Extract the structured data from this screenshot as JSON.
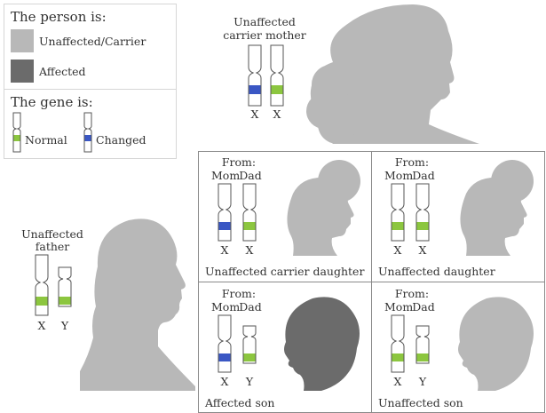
{
  "colors": {
    "unaffected": "#b8b8b8",
    "affected": "#6b6b6b",
    "normal_gene": "#8cc63f",
    "changed_gene": "#3a57c4",
    "chromosome_outline": "#555555"
  },
  "legend": {
    "person_title": "The person is:",
    "unaffected_label": "Unaffected/Carrier",
    "affected_label": "Affected",
    "gene_title": "The gene is:",
    "normal_label": "Normal",
    "changed_label": "Changed"
  },
  "mother": {
    "label_line1": "Unaffected",
    "label_line2": "carrier mother",
    "chrom1": "X",
    "chrom2": "X",
    "icon": "woman-profile-silhouette"
  },
  "father": {
    "label_line1": "Unaffected",
    "label_line2": "father",
    "chrom1": "X",
    "chrom2": "Y",
    "icon": "man-profile-silhouette"
  },
  "children": [
    {
      "from": "From:",
      "mom": "Mom",
      "dad": "Dad",
      "chrom1": "X",
      "chrom2": "X",
      "caption": "Unaffected carrier daughter",
      "icon": "girl-profile-silhouette"
    },
    {
      "from": "From:",
      "mom": "Mom",
      "dad": "Dad",
      "chrom1": "X",
      "chrom2": "X",
      "caption": "Unaffected daughter",
      "icon": "girl-profile-silhouette"
    },
    {
      "from": "From:",
      "mom": "Mom",
      "dad": "Dad",
      "chrom1": "X",
      "chrom2": "Y",
      "caption": "Affected son",
      "icon": "boy-profile-silhouette"
    },
    {
      "from": "From:",
      "mom": "Mom",
      "dad": "Dad",
      "chrom1": "X",
      "chrom2": "Y",
      "caption": "Unaffected son",
      "icon": "boy-profile-silhouette"
    }
  ]
}
